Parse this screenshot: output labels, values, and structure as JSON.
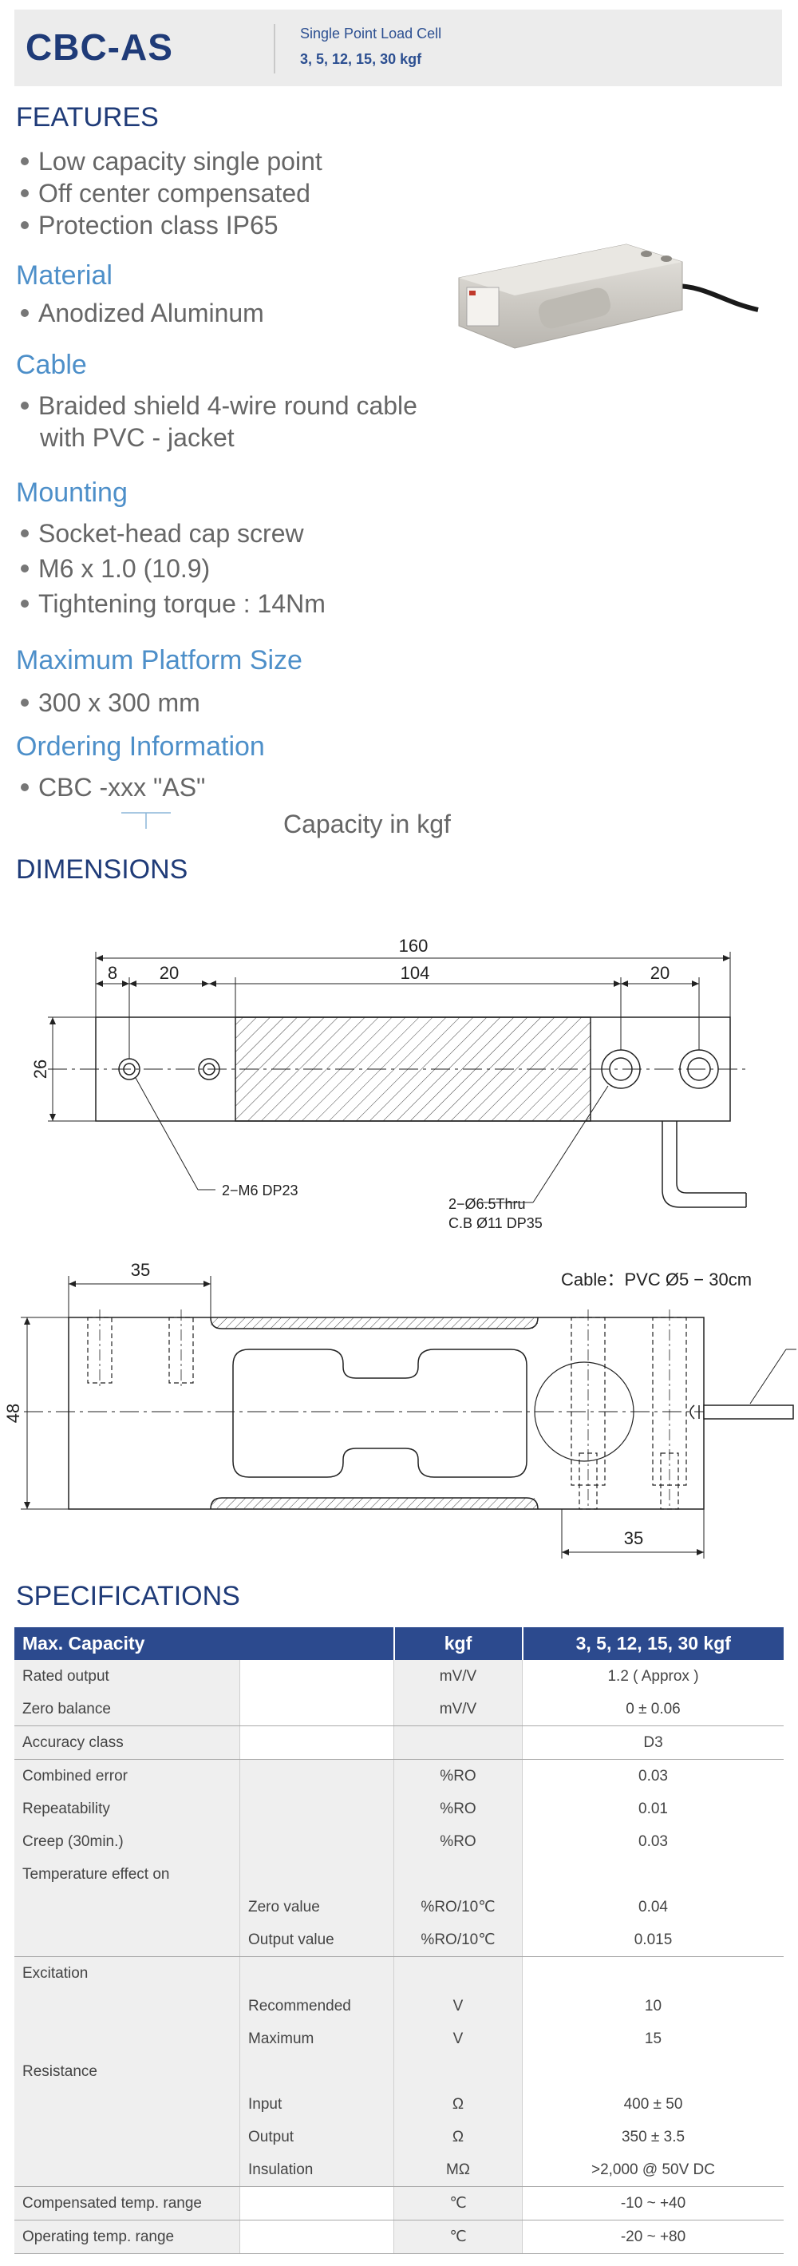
{
  "header": {
    "model": "CBC-AS",
    "subtitle": "Single Point Load Cell",
    "capacities": "3, 5, 12, 15, 30 kgf"
  },
  "features": {
    "heading": "FEATURES",
    "items": [
      "Low capacity single point",
      "Off center compensated",
      "Protection class IP65"
    ]
  },
  "material": {
    "heading": "Material",
    "items": [
      "Anodized Aluminum"
    ]
  },
  "cable": {
    "heading": "Cable",
    "item_line1": "Braided shield 4-wire round cable",
    "item_line2": "with PVC - jacket"
  },
  "mounting": {
    "heading": "Mounting",
    "items": [
      "Socket-head cap screw",
      "M6 x 1.0 (10.9)",
      "Tightening torque : 14Nm"
    ]
  },
  "platform": {
    "heading": "Maximum Platform Size",
    "items": [
      "300 x 300 mm"
    ]
  },
  "ordering": {
    "heading": "Ordering Information",
    "code": "CBC -xxx \"AS\"",
    "capacity_note": "Capacity in kgf"
  },
  "dimensions": {
    "heading": "DIMENSIONS",
    "top_view": {
      "total_length": "160",
      "d8": "8",
      "d20_left": "20",
      "d104": "104",
      "d20_right": "20",
      "width": "26",
      "thread_note": "2−M6 DP23",
      "hole_note_1": "2−Ø6.5Thru",
      "hole_note_2": "C.B Ø11 DP35"
    },
    "side_view": {
      "d35_left": "35",
      "height": "48",
      "d35_right": "35",
      "cable_note": "Cable：PVC Ø5 − 30cm"
    }
  },
  "specifications": {
    "heading": "SPECIFICATIONS",
    "header": {
      "col1": "Max. Capacity",
      "col3": "kgf",
      "col4": "3, 5, 12, 15, 30 kgf"
    },
    "rows": [
      {
        "label": "Rated output",
        "sub": "",
        "unit": "mV/V",
        "value": "1.2 ( Approx )"
      },
      {
        "label": "Zero balance",
        "sub": "",
        "unit": "mV/V",
        "value": "0 ± 0.06"
      },
      {
        "label": "Accuracy class",
        "sub": "",
        "unit": "",
        "value": "D3"
      },
      {
        "label": "Combined error",
        "sub": "",
        "unit": "%RO",
        "value": "0.03"
      },
      {
        "label": "Repeatability",
        "sub": "",
        "unit": "%RO",
        "value": "0.01"
      },
      {
        "label": "Creep (30min.)",
        "sub": "",
        "unit": "%RO",
        "value": "0.03"
      },
      {
        "label": "Temperature effect on",
        "sub": "",
        "unit": "",
        "value": ""
      },
      {
        "label": "",
        "sub": "Zero value",
        "unit": "%RO/10℃",
        "value": "0.04"
      },
      {
        "label": "",
        "sub": "Output  value",
        "unit": "%RO/10℃",
        "value": "0.015"
      },
      {
        "label": "Excitation",
        "sub": "",
        "unit": "",
        "value": ""
      },
      {
        "label": "",
        "sub": "Recommended",
        "unit": "V",
        "value": "10"
      },
      {
        "label": "",
        "sub": "Maximum",
        "unit": "V",
        "value": "15"
      },
      {
        "label": "Resistance",
        "sub": "",
        "unit": "",
        "value": ""
      },
      {
        "label": "",
        "sub": "Input",
        "unit": "Ω",
        "value": "400 ± 50"
      },
      {
        "label": "",
        "sub": "Output",
        "unit": "Ω",
        "value": "350 ± 3.5"
      },
      {
        "label": "",
        "sub": "Insulation",
        "unit": "MΩ",
        "value": ">2,000 @ 50V DC"
      },
      {
        "label": "Compensated temp. range",
        "sub": "",
        "unit": "℃",
        "value": "-10 ~ +40"
      },
      {
        "label": "Operating temp. range",
        "sub": "",
        "unit": "℃",
        "value": "-20 ~ +80"
      }
    ]
  }
}
